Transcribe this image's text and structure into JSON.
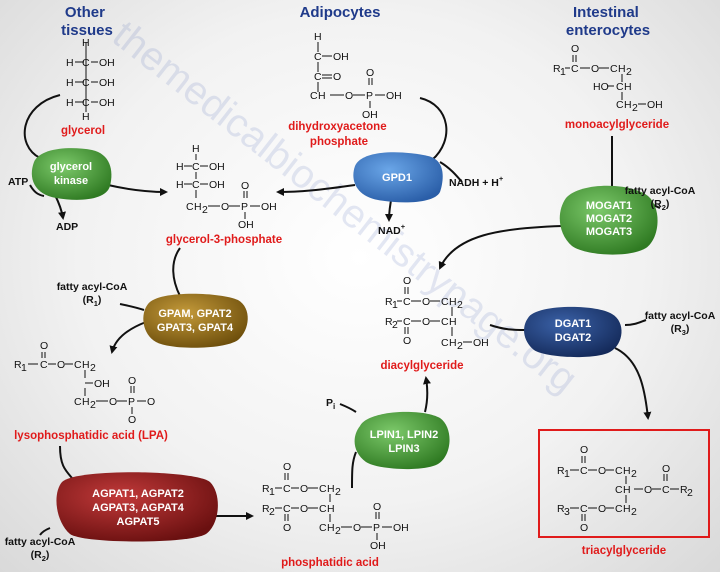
{
  "headers": {
    "other_tissues": [
      "Other",
      "tissues"
    ],
    "adipocytes": "Adipocytes",
    "intestinal": [
      "Intestinal",
      "enterocytes"
    ]
  },
  "watermark": "themedicalbiochemistrypage.org",
  "metabolites": {
    "glycerol": "glycerol",
    "dhap": [
      "dihydroxyacetone",
      "phosphate"
    ],
    "monoacylglyceride": "monoacylglyceride",
    "g3p": "glycerol-3-phosphate",
    "diacylglyceride": "diacylglyceride",
    "lpa": "lysophosphatidic acid (LPA)",
    "triacylglyceride": "triacylglyceride",
    "phosphatidic_acid": "phosphatidic acid"
  },
  "enzymes": {
    "glycerol_kinase": {
      "lines": [
        "glycerol",
        "kinase"
      ],
      "color": "#3e8f2e"
    },
    "gpd1": {
      "lines": [
        "GPD1"
      ],
      "color": "#3f78c4"
    },
    "mogat": {
      "lines": [
        "MOGAT1",
        "MOGAT2",
        "MOGAT3"
      ],
      "color": "#3e8f2e"
    },
    "gpam": {
      "lines": [
        "GPAM, GPAT2",
        "GPAT3, GPAT4"
      ],
      "color": "#8f6b14"
    },
    "dgat": {
      "lines": [
        "DGAT1",
        "DGAT2"
      ],
      "color": "#1d3c7a"
    },
    "lpin": {
      "lines": [
        "LPIN1, LPIN2",
        "LPIN3"
      ],
      "color": "#3e8f2e"
    },
    "agpat": {
      "lines": [
        "AGPAT1, AGPAT2",
        "AGPAT3, AGPAT4",
        "AGPAT5"
      ],
      "color": "#8c1e1e"
    }
  },
  "cofactors": {
    "atp": "ATP",
    "adp": "ADP",
    "nadh": "NADH + H",
    "nadh_sup": "+",
    "nad": "NAD",
    "nad_sup": "+",
    "fatty_acyl_coa": "fatty acyl-CoA",
    "r1": "(R",
    "r1_sub": "1",
    "r2": "(R",
    "r2_sub": "2",
    "r3": "(R",
    "r3_sub": "3",
    "close": ")",
    "pi": "P",
    "pi_sub": "i"
  },
  "atoms": {
    "H": "H",
    "C": "C",
    "O": "O",
    "P": "P",
    "OH": "OH",
    "HO": "HO",
    "R1": "R",
    "R2": "R",
    "R3": "R",
    "sub1": "1",
    "sub2": "2",
    "sub3": "3"
  },
  "colors": {
    "header": "#1f3a8a",
    "label": "#e01b1b",
    "highlight_box": "#e01b1b"
  }
}
